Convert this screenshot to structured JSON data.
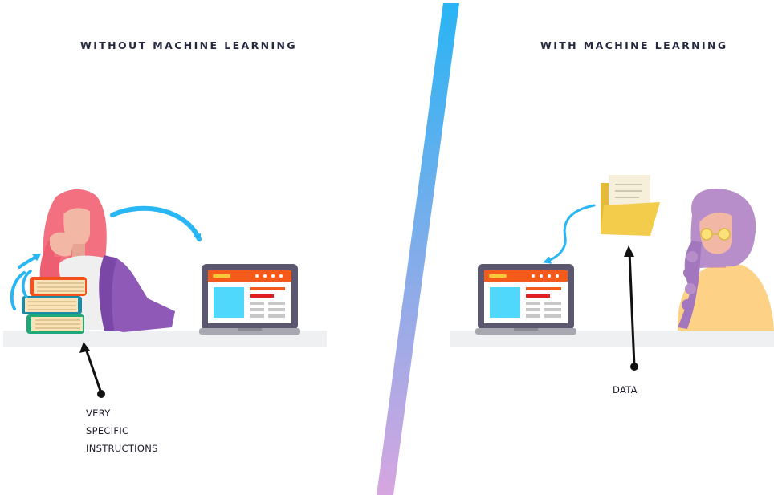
{
  "left_panel": {
    "title": "WITHOUT MACHINE LEARNING",
    "caption_lines": [
      "VERY",
      "SPECIFIC",
      "INSTRUCTIONS"
    ]
  },
  "right_panel": {
    "title": "WITH MACHINE LEARNING",
    "caption": "DATA"
  },
  "colors": {
    "divider_top": "#29b4f4",
    "divider_bottom": "#d6a6e0",
    "arrow_blue": "#28b6f4",
    "laptop_header": "#f45a1c",
    "folder_yellow": "#f2cc4a",
    "desk": "#eff0f1"
  },
  "icons": [
    "books-icon",
    "laptop-icon",
    "folder-icon",
    "person-icon",
    "arrow-icon"
  ]
}
